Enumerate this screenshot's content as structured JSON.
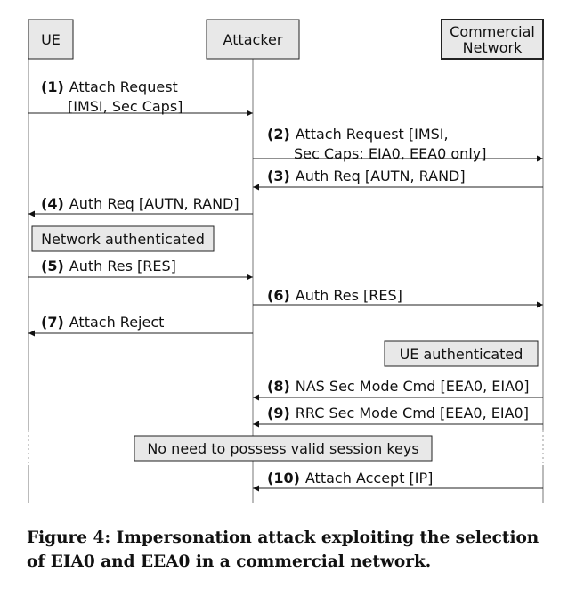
{
  "entities": [
    {
      "id": "ue",
      "lines": [
        "UE"
      ]
    },
    {
      "id": "attacker",
      "lines": [
        "Attacker"
      ]
    },
    {
      "id": "network",
      "lines": [
        "Commercial",
        "Network"
      ]
    }
  ],
  "messages": [
    {
      "num": "(1)",
      "lines": [
        "Attach Request",
        "[IMSI, Sec Caps]"
      ],
      "from": "ue",
      "to": "attacker"
    },
    {
      "num": "(2)",
      "lines": [
        "Attach Request [IMSI,",
        "Sec Caps: EIA0, EEA0 only]"
      ],
      "from": "attacker",
      "to": "network"
    },
    {
      "num": "(3)",
      "lines": [
        "Auth Req [AUTN, RAND]"
      ],
      "from": "network",
      "to": "attacker"
    },
    {
      "num": "(4)",
      "lines": [
        "Auth Req [AUTN, RAND]"
      ],
      "from": "attacker",
      "to": "ue"
    },
    {
      "num": "(5)",
      "lines": [
        "Auth Res [RES]"
      ],
      "from": "ue",
      "to": "attacker"
    },
    {
      "num": "(6)",
      "lines": [
        "Auth Res [RES]"
      ],
      "from": "attacker",
      "to": "network"
    },
    {
      "num": "(7)",
      "lines": [
        "Attach Reject"
      ],
      "from": "attacker",
      "to": "ue"
    },
    {
      "num": "(8)",
      "lines": [
        "NAS Sec Mode Cmd [EEA0, EIA0]"
      ],
      "from": "network",
      "to": "attacker"
    },
    {
      "num": "(9)",
      "lines": [
        "RRC Sec Mode Cmd [EEA0, EIA0]"
      ],
      "from": "network",
      "to": "attacker"
    },
    {
      "num": "(10)",
      "lines": [
        "Attach Accept [IP]"
      ],
      "from": "network",
      "to": "attacker"
    }
  ],
  "notes": [
    {
      "id": "network-authenticated",
      "text": "Network authenticated"
    },
    {
      "id": "ue-authenticated",
      "text": "UE authenticated"
    },
    {
      "id": "no-keys",
      "text": "No need to possess valid session keys"
    }
  ],
  "caption": "Figure 4: Impersonation attack exploiting the selection of EIA0 and EEA0 in a commercial network."
}
